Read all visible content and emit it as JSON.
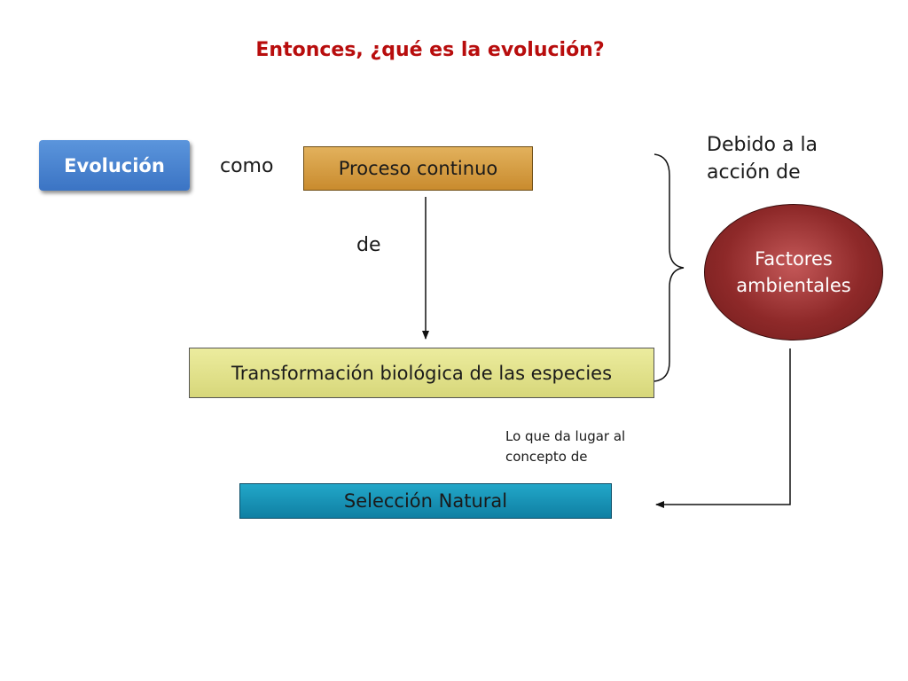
{
  "title": "Entonces, ¿qué es la evolución?",
  "nodes": {
    "evolucion": "Evolución",
    "proceso": "Proceso continuo",
    "transformacion": "Transformación biológica de las especies",
    "factores": "Factores ambientales",
    "seleccion": "Selección Natural"
  },
  "labels": {
    "como": "como",
    "de": "de",
    "debido": "Debido a la acción de",
    "lo_que": "Lo que da lugar al concepto de"
  },
  "colors": {
    "title": "#b80d0d",
    "evolucion": "#3b74c4",
    "proceso": "#c98b2e",
    "transformacion": "#d7d77a",
    "factores": "#8e2929",
    "seleccion": "#0f7fa3"
  }
}
